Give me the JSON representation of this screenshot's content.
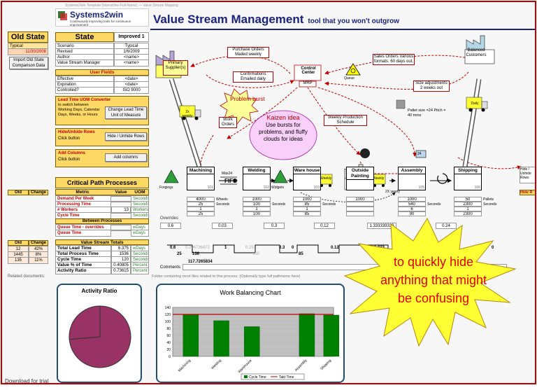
{
  "window_title": "Systems2win Template (Interactive-Full-Name) — Value Stream Mapping",
  "logo": {
    "name": "Systems2win",
    "tagline": "Continuously improving tools for continuous improvement"
  },
  "title": {
    "main": "Value Stream Management",
    "sub": "tool that you won't outgrow"
  },
  "old_state": {
    "label": "Old State",
    "typical_label": "Typical",
    "date": "11/30/2008",
    "import_button": "Import Old State Comparison Data"
  },
  "state_panel": {
    "header": "State",
    "value": "Improved 1",
    "rows": [
      [
        "Scenario",
        "Typical"
      ],
      [
        "Revised",
        "1/6/2009"
      ],
      [
        "Author",
        "<name>"
      ],
      [
        "Value Stream Manager",
        "<name>"
      ]
    ]
  },
  "user_fields": {
    "header": "User Fields",
    "rows": [
      [
        "Effective",
        "<date>"
      ],
      [
        "Expiration",
        "<date>"
      ],
      [
        "Controlled?",
        "ISO 9000"
      ]
    ]
  },
  "lead_time": {
    "header": "Lead Time UOM Converter",
    "desc": "to switch between Working Days, Calendar Days, Weeks, or Hours",
    "button": "Change Lead Time Unit of Measure"
  },
  "hide_rows": {
    "header": "Hide/Unhide Rows",
    "desc": "Click button",
    "button": "Hide / Unhide Rows"
  },
  "add_columns": {
    "header": "Add Columns",
    "desc": "Click button",
    "button": "Add columns"
  },
  "cpp": {
    "header": "Critical Path Processes",
    "col_metric": "Metric",
    "col_value": "Value",
    "col_uom": "UOM",
    "rows": [
      [
        "Demand Per Week",
        "",
        "Seconds"
      ],
      [
        "Processing Time",
        "",
        "Seconds"
      ],
      [
        "# Workers",
        "13",
        "Workers"
      ],
      [
        "Cycle Time",
        "",
        "Seconds"
      ]
    ],
    "between": "Between Processes",
    "between_rows": [
      [
        "Queue Time - overrides",
        "",
        "wDays"
      ],
      [
        "Queue Time",
        "",
        "wDays"
      ]
    ]
  },
  "old_change": {
    "old": "Old",
    "change": "Change"
  },
  "vs_totals": {
    "header": "Value Stream Totals",
    "rows": [
      [
        "Total Lead Time",
        "6.375",
        "wDays"
      ],
      [
        "Total Process Time",
        "1536",
        "Seconds"
      ],
      [
        "Cycle Time",
        "120",
        "Seconds"
      ],
      [
        "Value % of Time",
        "0.40805",
        "Percent"
      ],
      [
        "Activity Ratio",
        "0.73615",
        "Percent"
      ]
    ],
    "old_vals": [
      "12",
      "1445",
      "135"
    ],
    "changes": [
      "42%",
      "8%",
      "11%"
    ]
  },
  "related_docs": "Related documents:",
  "folder_note": "Folder containing most files related to this process: (Optionally type full pathname here)",
  "comments_label": "Comments",
  "map": {
    "primary_suppliers": "Primary Supplier(s)",
    "balanced_customers": "Balanced Customers",
    "control_center": "Control Center",
    "mrp": "MRP",
    "queue": "Queue",
    "purchase_orders": "Purchase Orders Mailed weekly",
    "confirmations": "Confirmations Emailed daily",
    "sales_orders": "Sales Orders Various formats. 60 days out.",
    "size_adjustments": "Size adjustments 2 weeks out",
    "pallet": "Pallet size =24 Pitch = 40 mins",
    "problem": "Problem burst",
    "kaizen": "Kaizen idea",
    "kaizen_text": "Use bursts for problems, and fluffy clouds for ideas",
    "work_orders": "Work Orders",
    "weekly_schedule": "Weekly Production Schedule",
    "truck_left": "2x weekly",
    "truck_right": "Daily",
    "forgings": "Forgings",
    "widgets": "Widgets",
    "max24": "Max24",
    "fifo": "FIFO",
    "overrides": "Overrides",
    "weekly": "Weekly",
    "twox_yearly": "2X yearly",
    "num24": "24"
  },
  "processes": [
    {
      "name": "Machining",
      "num": "101",
      "r1": "4000",
      "r2": "25",
      "r3": "1",
      "r4": "25",
      "u1": "Wheels",
      "u2": "Seconds"
    },
    {
      "name": "Welding",
      "num": "102",
      "r1": "1000",
      "r2": "100",
      "r3": "1",
      "r4": "100",
      "u1": "",
      "u2": "Seconds"
    },
    {
      "name": "Ware house",
      "num": "103",
      "r1": "1000",
      "r2": "85",
      "r3": "1",
      "r4": "85",
      "u1": "",
      "u2": "Seconds"
    },
    {
      "name": "Outside Painting",
      "num": "",
      "r1": "1000",
      "r2": "",
      "r3": "",
      "r4": "",
      "u1": "",
      "u2": ""
    },
    {
      "name": "Assembly",
      "num": "105",
      "r1": "1000",
      "r2": "540",
      "r3": "6",
      "r4": "90",
      "u1": "",
      "u2": "Seconds"
    },
    {
      "name": "Shipping",
      "num": "106",
      "r1": "50",
      "r2": "2300",
      "r3": "1",
      "r4": "2300",
      "u1": "Pallets",
      "u2": "Seconds"
    }
  ],
  "queue_values": [
    "0.6",
    "0.03",
    "0.3",
    "0.12",
    "1.333333333",
    "0.24"
  ],
  "timeline": {
    "top": [
      "0.6",
      "0.294736472",
      "1",
      "0.25",
      "0.3",
      "0",
      "0.12",
      "",
      "1.333",
      "",
      "0.24",
      "",
      "0"
    ],
    "bottom": [
      "25",
      "136",
      "",
      "100",
      "",
      "85",
      "",
      "",
      "540",
      "",
      "115",
      ""
    ],
    "total": "117.7265834"
  },
  "burst_text": "to quickly hide anything that might be confusing",
  "activity_chart": {
    "title": "Activity Ratio",
    "value": 0.73615
  },
  "work_chart": {
    "title": "Work Balancing Chart",
    "type": "bar",
    "categories": [
      "Machining",
      "Welding",
      "Warehouse",
      "Assembly",
      "Shipping"
    ],
    "series": [
      {
        "name": "Cycle Time",
        "values": [
          120,
          102,
          85,
          122,
          118
        ]
      }
    ],
    "takt": 120,
    "takt_name": "Takt Time",
    "ylim": [
      0,
      140
    ],
    "yticks": [
      "0",
      "20",
      "40",
      "60",
      "80",
      "100",
      "120",
      "140"
    ],
    "bar_color": "#008000",
    "takt_color": "#c00000"
  },
  "right_cut": {
    "hide": "Hide / Unhide Rows",
    "hide_r": "Hide R"
  },
  "status_text": "Download for trial"
}
